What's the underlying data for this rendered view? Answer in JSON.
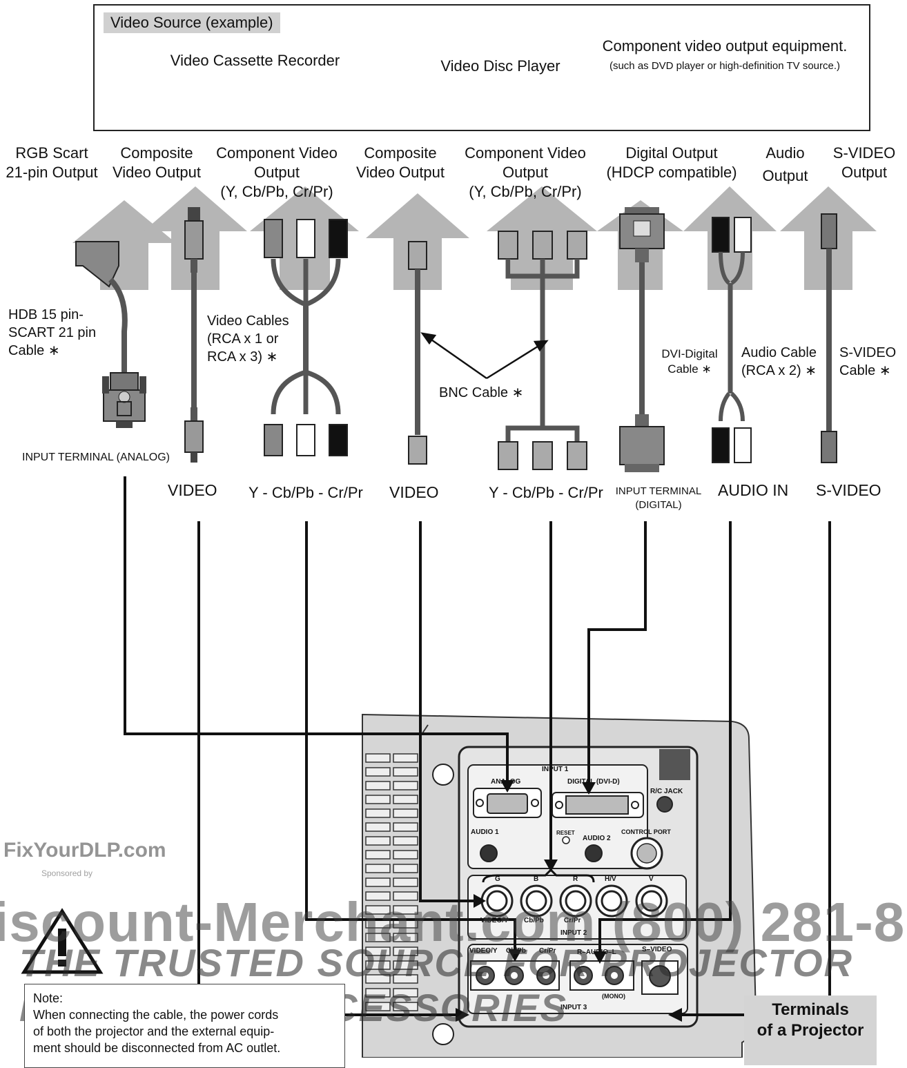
{
  "source_box": {
    "title": "Video Source (example)",
    "devices": [
      {
        "label": "Video Cassette Recorder"
      },
      {
        "label": "Video Disc Player"
      },
      {
        "label": "Component video output equipment.",
        "sublabel": "(such as DVD player or high-definition TV source.)"
      }
    ]
  },
  "outputs": [
    {
      "line1": "RGB Scart",
      "line2": "21-pin Output"
    },
    {
      "line1": "Composite",
      "line2": "Video Output"
    },
    {
      "line1": "Component Video",
      "line2": "Output",
      "line3": "(Y, Cb/Pb, Cr/Pr)"
    },
    {
      "line1": "Composite",
      "line2": "Video Output"
    },
    {
      "line1": "Component Video",
      "line2": "Output",
      "line3": "(Y, Cb/Pb, Cr/Pr)"
    },
    {
      "line1": "Digital Output",
      "line2": "(HDCP compatible)"
    },
    {
      "line1": "Audio",
      "line2": "Output"
    },
    {
      "line1": "S-VIDEO",
      "line2": "Output"
    }
  ],
  "cables": {
    "hdb": [
      "HDB 15 pin-",
      "SCART 21 pin",
      "Cable ∗"
    ],
    "video": [
      "Video Cables",
      "(RCA x 1 or",
      "RCA x 3) ∗"
    ],
    "bnc": "BNC Cable ∗",
    "dvi": [
      "DVI-Digital",
      "Cable ∗"
    ],
    "audio": [
      "Audio Cable",
      "(RCA x 2) ∗"
    ],
    "svideo": [
      "S-VIDEO",
      "Cable ∗"
    ]
  },
  "inputs": {
    "analog": "INPUT TERMINAL (ANALOG)",
    "video1": "VIDEO",
    "ycbcr1": "Y - Cb/Pb - Cr/Pr",
    "video2": "VIDEO",
    "ycbcr2": "Y - Cb/Pb - Cr/Pr",
    "digital_1": "INPUT TERMINAL",
    "digital_2": "(DIGITAL)",
    "audio_in": "AUDIO IN",
    "svideo": "S-VIDEO"
  },
  "panel": {
    "input1": "INPUT 1",
    "analog": "ANALOG",
    "digital": "DIGITAL (DVI-D)",
    "rc_jack": "R/C JACK",
    "audio1": "AUDIO 1",
    "reset": "RESET",
    "audio2": "AUDIO 2",
    "control_port": "CONTROL PORT",
    "g": "G",
    "b": "B",
    "r": "R",
    "hv": "H/V",
    "v": "V",
    "video_y": "VIDEO/Y",
    "cbpb": "Cb/Pb",
    "crpr": "Cr/Pr",
    "input2": "INPUT 2",
    "in3_video_y": "VIDEO/Y",
    "in3_cbpb": "Cb/Pb",
    "in3_crpr": "Cr/Pr",
    "r_audio_l": "R–AUDIO–L",
    "s_video": "S–VIDEO",
    "mono": "(MONO)",
    "input3": "INPUT 3"
  },
  "note": {
    "title": "Note:",
    "lines": [
      "When connecting the cable, the power cords",
      "of both the projector and the external equip-",
      "ment should be disconnected from AC outlet."
    ]
  },
  "projector_label": [
    "Terminals",
    "of a Projector"
  ],
  "watermark": {
    "site": "FixYourDLP.com",
    "sponsor": "Sponsored by",
    "line1": "iscount-Merchant.com (800) 281-8",
    "line2": "THE TRUSTED SOURCE FOR PROJECTOR LAMPS AND ACCESSORIES"
  }
}
